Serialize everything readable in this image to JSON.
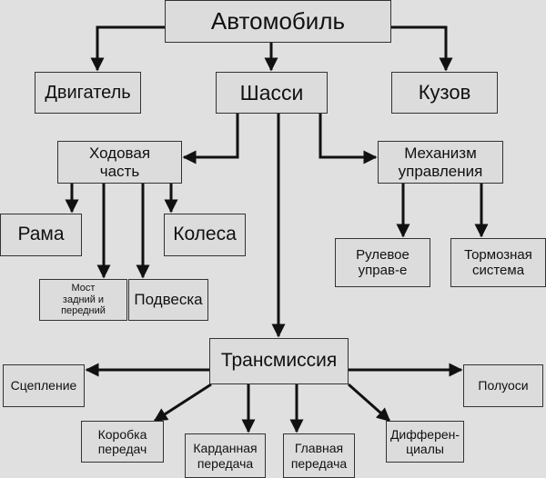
{
  "diagram": {
    "nodes": {
      "car": "Автомобиль",
      "engine": "Двигатель",
      "chassis": "Шасси",
      "body": "Кузов",
      "running_gear": "Ходовая\nчасть",
      "control": "Механизм\nуправления",
      "frame": "Рама",
      "wheels": "Колеса",
      "axle": "Мост\nзадний и\nпередний",
      "suspension": "Подвеска",
      "steering": "Рулевое\nуправ-е",
      "brakes": "Тормозная\nсистема",
      "transmission": "Трансмиссия",
      "clutch": "Сцепление",
      "halfshafts": "Полуоси",
      "gearbox": "Коробка\nпередач",
      "cardan": "Карданная\nпередача",
      "final_drive": "Главная\nпередача",
      "differentials": "Дифферен-\nциалы"
    },
    "edges": [
      [
        "car",
        "engine"
      ],
      [
        "car",
        "chassis"
      ],
      [
        "car",
        "body"
      ],
      [
        "chassis",
        "running_gear"
      ],
      [
        "chassis",
        "control"
      ],
      [
        "chassis",
        "transmission"
      ],
      [
        "running_gear",
        "frame"
      ],
      [
        "running_gear",
        "axle"
      ],
      [
        "running_gear",
        "suspension"
      ],
      [
        "running_gear",
        "wheels"
      ],
      [
        "control",
        "steering"
      ],
      [
        "control",
        "brakes"
      ],
      [
        "transmission",
        "clutch"
      ],
      [
        "transmission",
        "halfshafts"
      ],
      [
        "transmission",
        "gearbox"
      ],
      [
        "transmission",
        "cardan"
      ],
      [
        "transmission",
        "final_drive"
      ],
      [
        "transmission",
        "differentials"
      ]
    ]
  }
}
